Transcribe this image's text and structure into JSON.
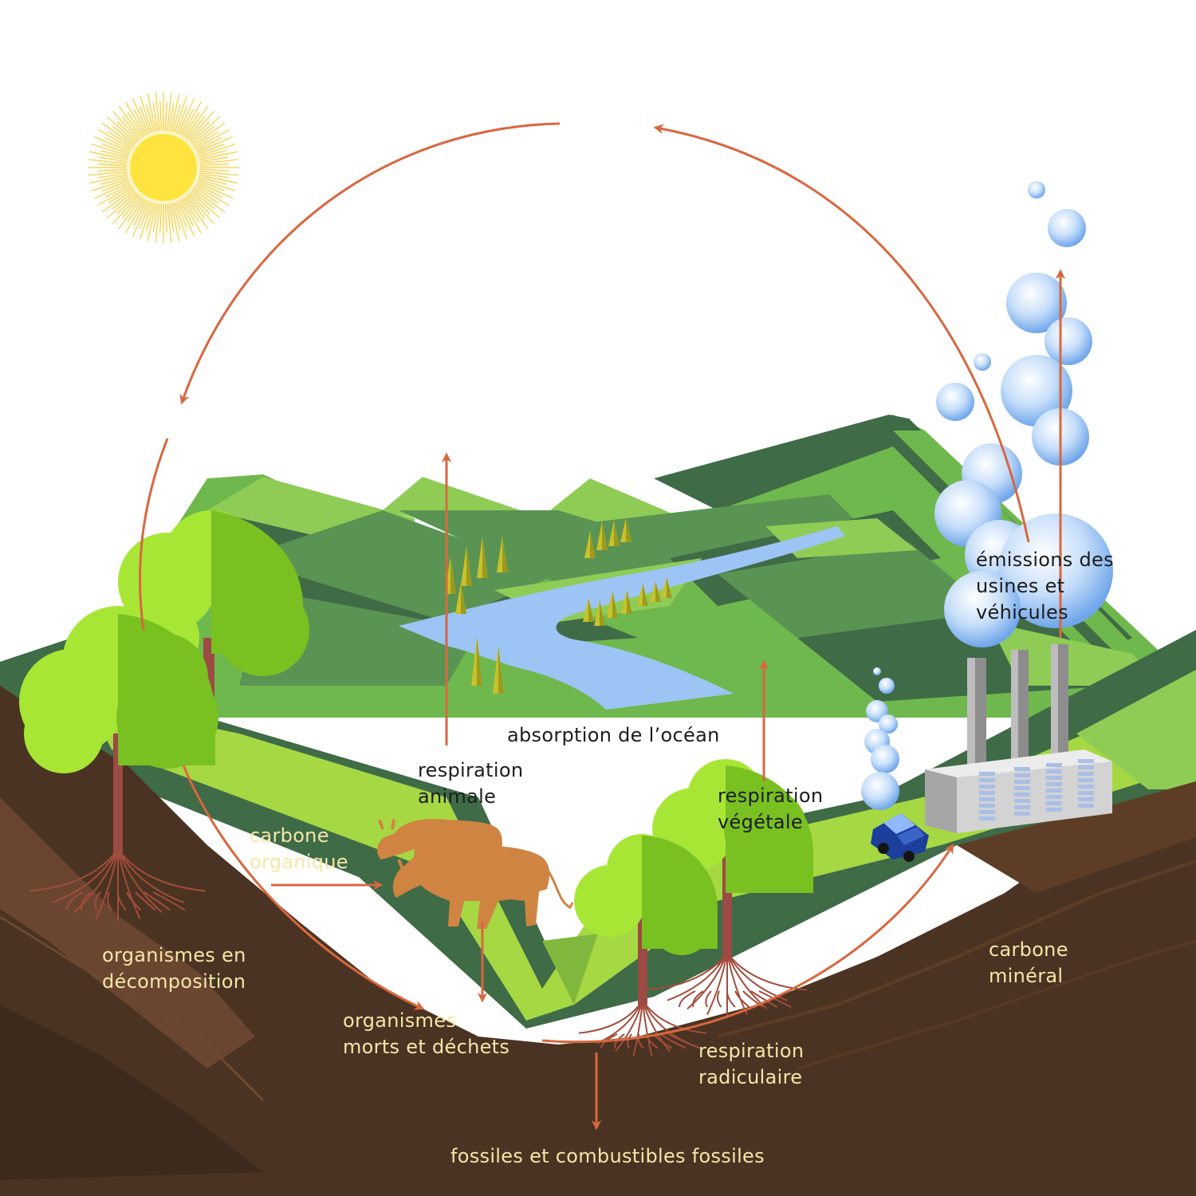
{
  "labels": {
    "ocean_absorption": "absorption de l’océan",
    "animal_respiration": [
      "respiration",
      "animale"
    ],
    "plant_respiration": [
      "respiration",
      "végétale"
    ],
    "emissions": [
      "émissions des",
      "usines et",
      "véhicules"
    ],
    "organic_carbon": [
      "carbone",
      "organique"
    ],
    "decomposing": [
      "organismes en",
      "décomposition"
    ],
    "dead_waste": [
      "organismes",
      "morts et déchets"
    ],
    "root_respiration": [
      "respiration",
      "radiculaire"
    ],
    "mineral_carbon": [
      "carbone",
      "minéral"
    ],
    "fossils": "fossiles et combustibles fossiles"
  },
  "colors": {
    "arrow": "#d9673f",
    "soil_dark": "#4a3322",
    "soil_mid": "#5e3d26",
    "hill_dark": "#3f6b47",
    "hill_mid": "#5a9453",
    "hill_light": "#9fd65a",
    "water": "#9cc4f4",
    "sun": "#ffe24a",
    "tree_light": "#a8e636",
    "tree_dark": "#79c021",
    "trunk": "#9b4a44",
    "cow": "#cf8442",
    "label_light": "#f5e6a8",
    "label_dark": "#1c1c1c",
    "bubble": "#7fb2ec"
  }
}
